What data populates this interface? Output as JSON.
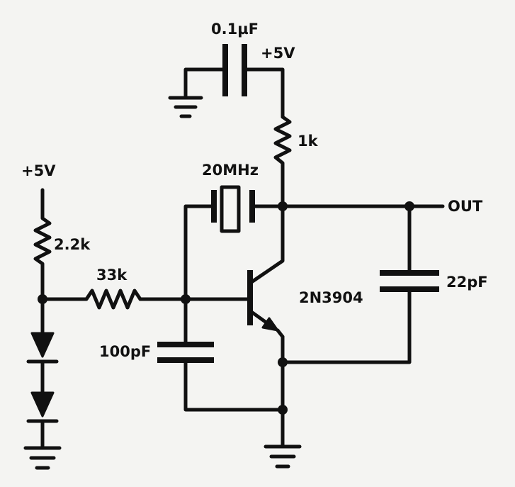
{
  "labels": {
    "bypass_cap": "0.1µF",
    "vcc_top": "+5V",
    "collector_resistor": "1k",
    "crystal": "20MHz",
    "output": "OUT",
    "vcc_left": "+5V",
    "bias_resistor": "2.2k",
    "base_resistor": "33k",
    "transistor": "2N3904",
    "output_cap": "22pF",
    "base_cap": "100pF"
  }
}
